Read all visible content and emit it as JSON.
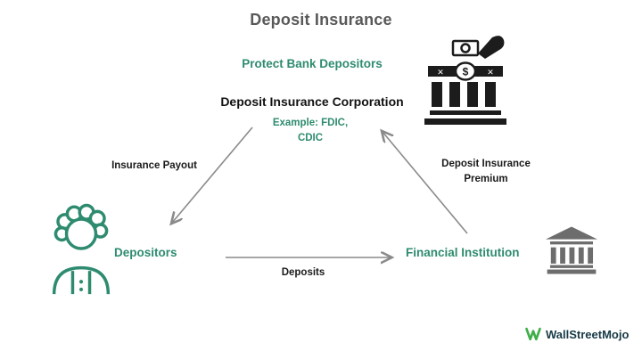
{
  "diagram": {
    "title": "Deposit Insurance",
    "subtitle": "Protect Bank Depositors",
    "corporation": "Deposit Insurance Corporation",
    "example": {
      "line1": "Example: FDIC,",
      "line2": "CDIC"
    },
    "edges": {
      "insurance_payout": "Insurance Payout",
      "premium_line1": "Deposit Insurance",
      "premium_line2": "Premium",
      "deposits": "Deposits"
    },
    "nodes": {
      "depositors": "Depositors",
      "financial_institution": "Financial Institution"
    },
    "colors": {
      "teal": "#2e8b6f",
      "title_gray": "#595959",
      "text_black": "#1a1a1a",
      "arrow_gray": "#8a8a8a",
      "bank_icon_gray": "#6d6d6d",
      "deposit_icon_black": "#1c1c1c",
      "logo_green": "#3fae49",
      "logo_text_dark": "#173a46"
    },
    "icons": {
      "top_right": "bank-deposit-hand-icon",
      "bottom_left": "depositor-person-icon",
      "bottom_right": "bank-building-icon"
    }
  },
  "branding": {
    "logo_text": "WallStreetMojo"
  }
}
